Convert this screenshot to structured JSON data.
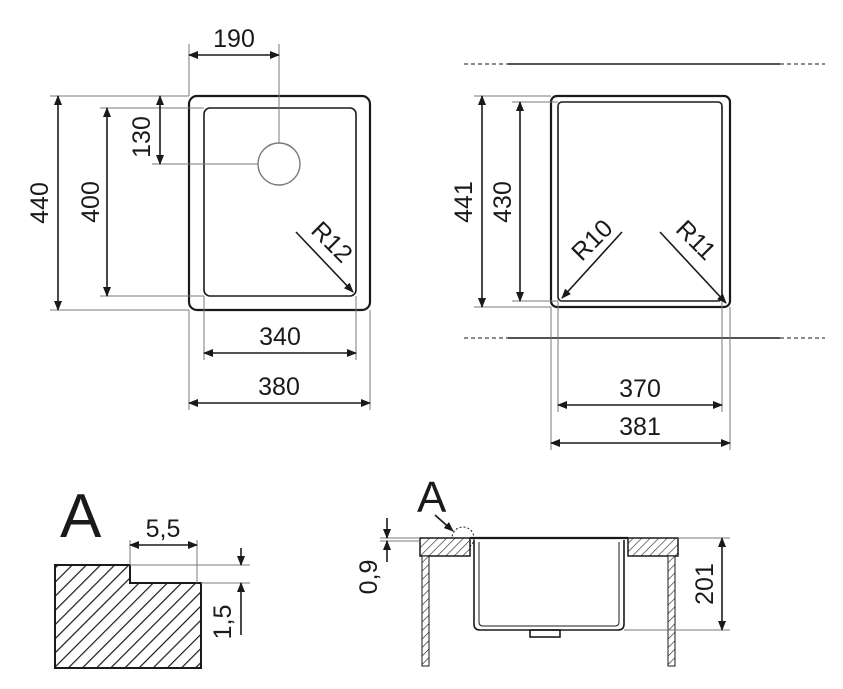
{
  "drawing_1": {
    "dim_top": "190",
    "dim_left_outer": "440",
    "dim_left_inner": "400",
    "dim_hole_offset": "130",
    "radius": "R12",
    "dim_bottom_inner": "340",
    "dim_bottom_outer": "380"
  },
  "drawing_2": {
    "dim_left_outer": "441",
    "dim_left_inner": "430",
    "radius_left": "R10",
    "radius_right": "R11",
    "dim_bottom_inner": "370",
    "dim_bottom_outer": "381"
  },
  "detail_a": {
    "label": "A",
    "dim_width": "5,5",
    "dim_height": "1,5"
  },
  "section": {
    "label": "A",
    "dim_thickness": "0,9",
    "dim_depth": "201"
  }
}
